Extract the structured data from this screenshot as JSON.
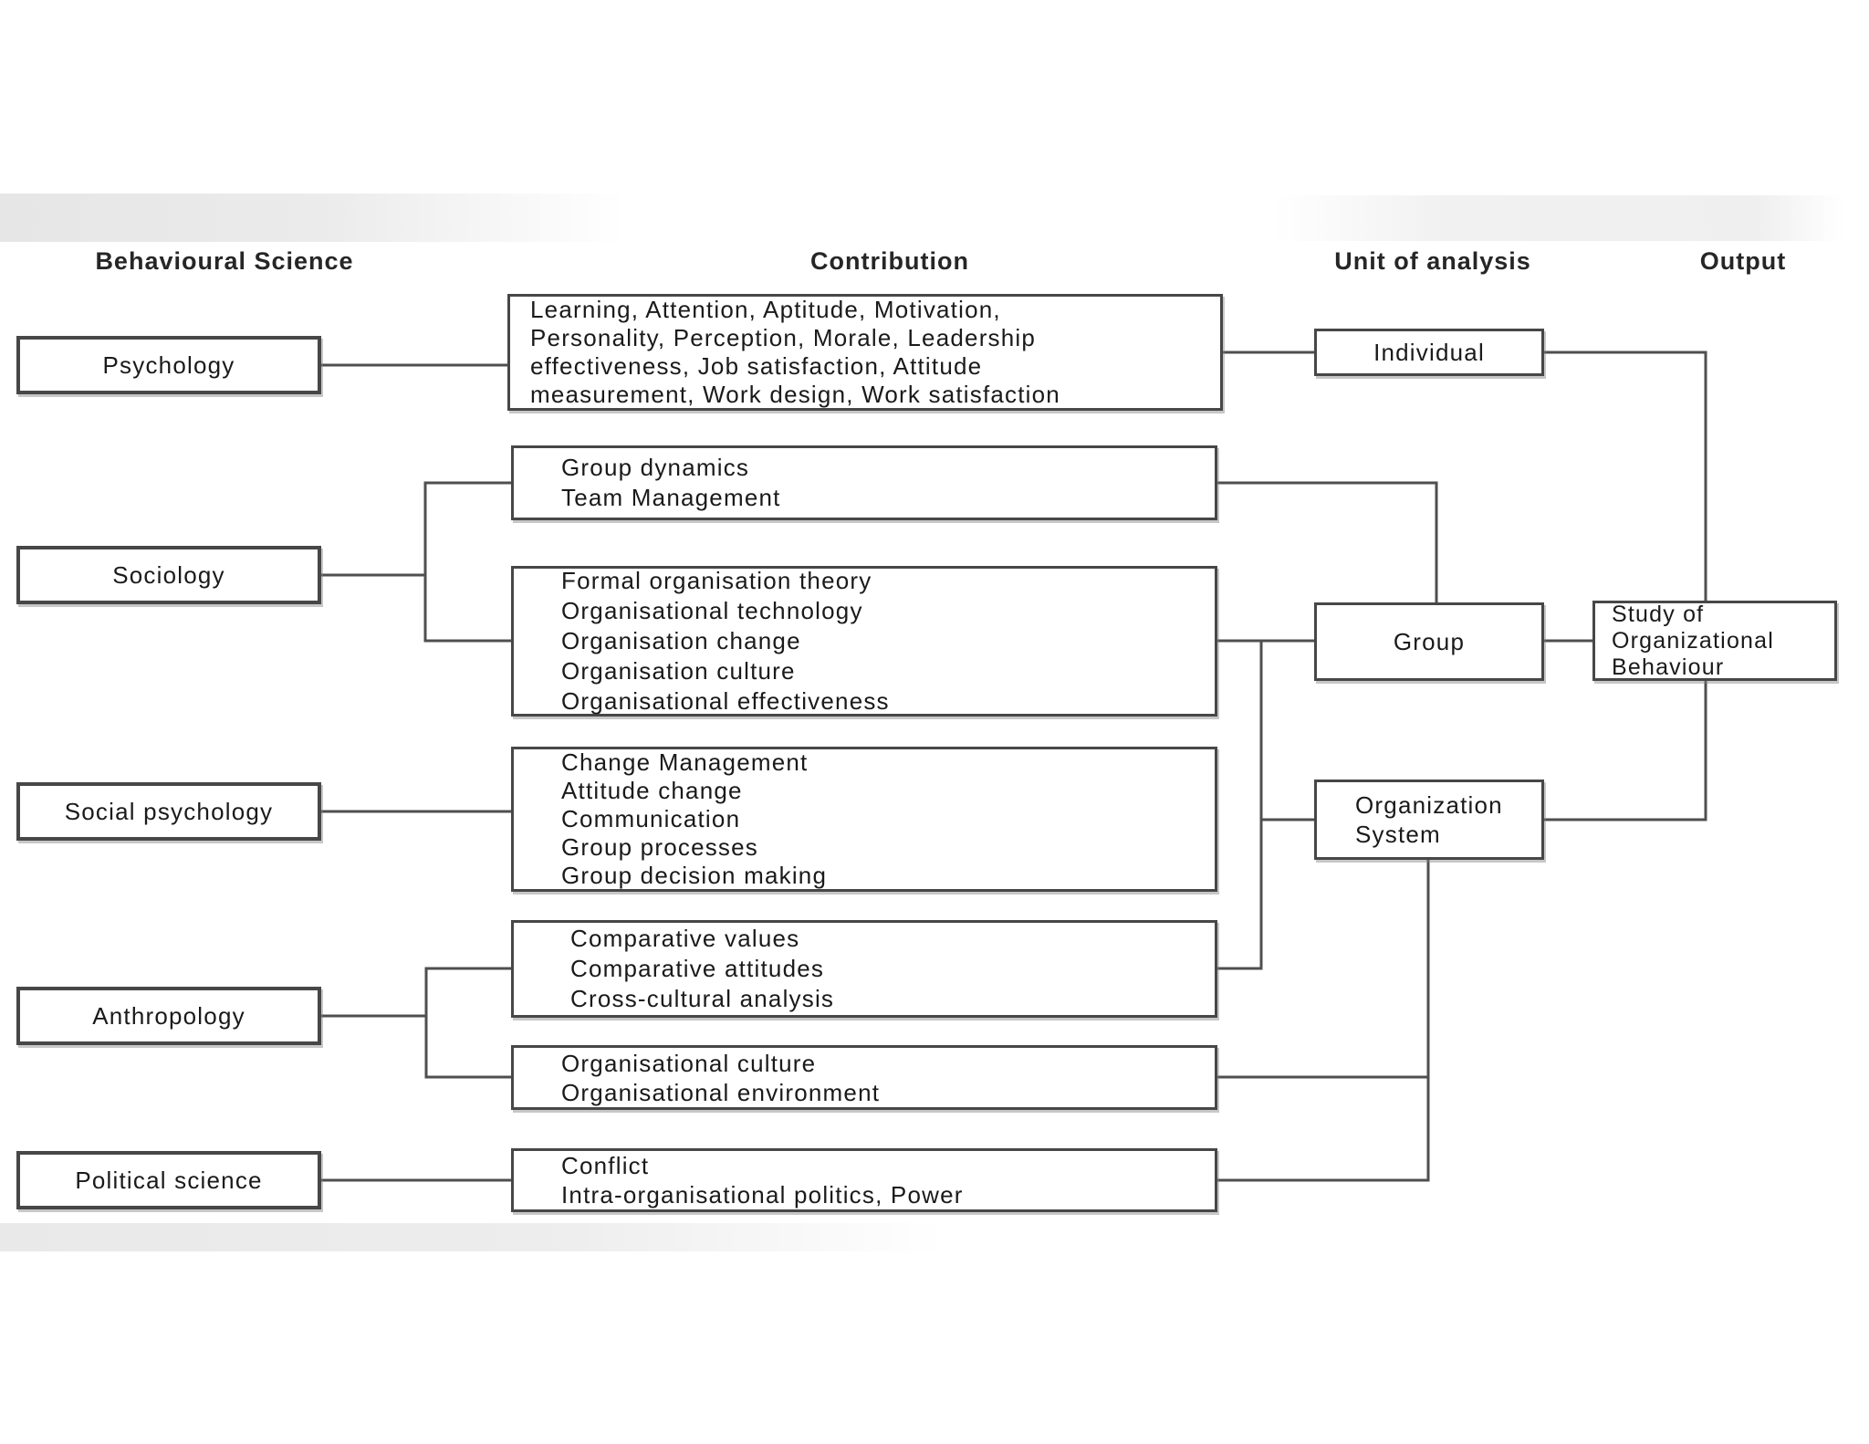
{
  "headers": {
    "behavioural_science": "Behavioural Science",
    "contribution": "Contribution",
    "unit_of_analysis": "Unit of analysis",
    "output": "Output"
  },
  "disciplines": [
    {
      "label": "Psychology"
    },
    {
      "label": "Sociology"
    },
    {
      "label": "Social psychology"
    },
    {
      "label": "Anthropology"
    },
    {
      "label": "Political science"
    }
  ],
  "contributions": [
    {
      "lines": [
        "Learning, Attention, Aptitude, Motivation,",
        "Personality, Perception, Morale, Leadership",
        "effectiveness, Job satisfaction, Attitude",
        "measurement, Work design, Work satisfaction"
      ]
    },
    {
      "lines": [
        "Group dynamics",
        "Team Management"
      ]
    },
    {
      "lines": [
        "Formal organisation theory",
        "Organisational technology",
        "Organisation change",
        "Organisation culture",
        "Organisational effectiveness"
      ]
    },
    {
      "lines": [
        "Change Management",
        "Attitude change",
        "Communication",
        "Group processes",
        "Group decision making"
      ]
    },
    {
      "lines": [
        "Comparative values",
        "Comparative attitudes",
        "Cross-cultural analysis"
      ]
    },
    {
      "lines": [
        "Organisational culture",
        "Organisational environment"
      ]
    },
    {
      "lines": [
        "Conflict",
        "Intra-organisational politics, Power"
      ]
    }
  ],
  "units": [
    {
      "lines": [
        "Individual"
      ]
    },
    {
      "lines": [
        "Group"
      ]
    },
    {
      "lines": [
        "Organization",
        "System"
      ]
    }
  ],
  "output_box": {
    "lines": [
      "Study of",
      "Organizational",
      "Behaviour"
    ]
  },
  "colors": {
    "line": "#4f4f4f",
    "box_border": "#474747",
    "text": "#1a1a1a",
    "top_band": "#e6e6e6",
    "bottom_band": "#e9e9e9"
  }
}
